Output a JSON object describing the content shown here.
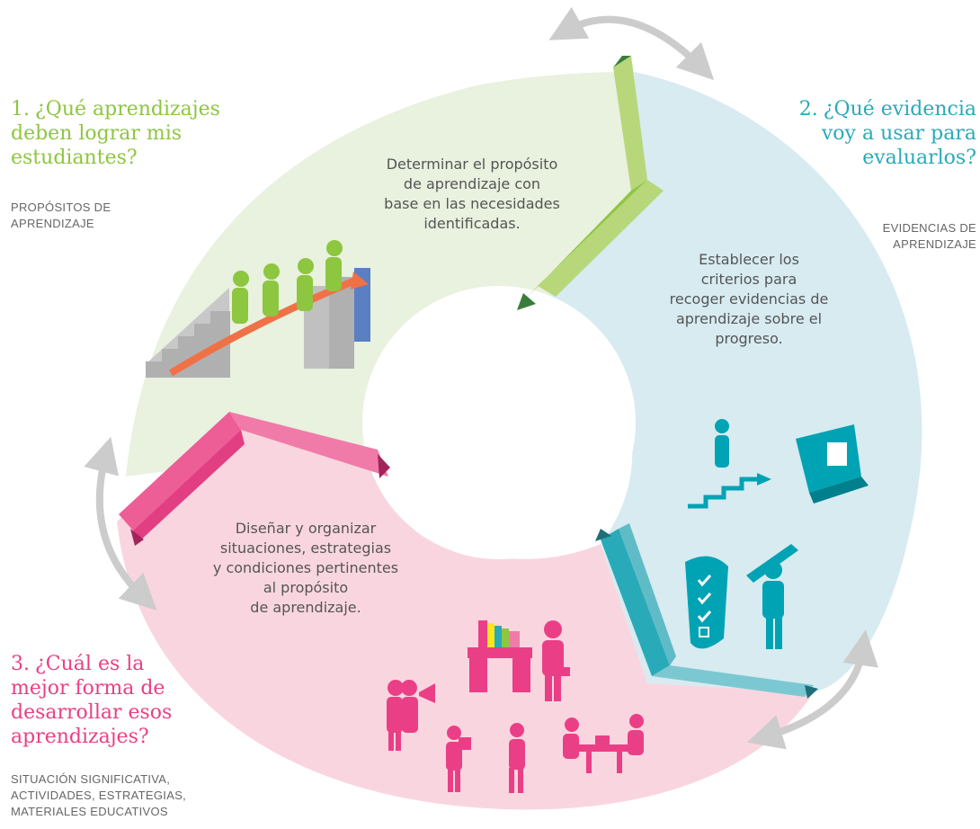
{
  "colors": {
    "green": "#8dc63f",
    "green_light": "#e9f1df",
    "teal": "#29aab8",
    "teal_light": "#d7ebf1",
    "pink": "#ea3f86",
    "pink_light": "#f9d6df",
    "arrow_gray": "#cccccc"
  },
  "steps": [
    {
      "number": "1.",
      "question_lines": [
        "¿Qué aprendizajes",
        "deben lograr mis",
        "estudiantes?"
      ],
      "caption_lines": [
        "PROPÓSITOS DE",
        "APRENDIZAJE"
      ],
      "description_lines": [
        "Determinar el propósito",
        "de aprendizaje con",
        "base en las necesidades",
        "identificadas."
      ],
      "icon": "people-climbing-stairs-icon"
    },
    {
      "number": "2.",
      "question_lines": [
        "¿Qué evidencia",
        "voy a usar para",
        "evaluarlos?"
      ],
      "caption_lines": [
        "EVIDENCIAS DE",
        "APRENDIZAJE"
      ],
      "description_lines": [
        "Establecer los",
        "criterios para",
        "recoger evidencias de",
        "aprendizaje sobre el",
        "progreso."
      ],
      "icons": [
        "person-climbing-steps-icon",
        "laptop-icon",
        "checklist-icon",
        "person-with-pencil-icon"
      ]
    },
    {
      "number": "3.",
      "question_lines": [
        "¿Cuál es la",
        "mejor forma de",
        "desarrollar esos",
        "aprendizajes?"
      ],
      "caption_lines": [
        "SITUACIÓN SIGNIFICATIVA,",
        "ACTIVIDADES, ESTRATEGIAS,",
        "MATERIALES EDUCATIVOS"
      ],
      "description_lines": [
        "Diseñar y organizar",
        "situaciones, estrategias",
        "y condiciones pertinentes",
        "al propósito",
        "de aprendizaje."
      ],
      "icons": [
        "people-megaphone-icon",
        "desk-with-folders-icon",
        "person-with-briefcase-icon",
        "person-carrying-box-icon",
        "person-walking-icon",
        "people-at-table-icon"
      ]
    }
  ]
}
